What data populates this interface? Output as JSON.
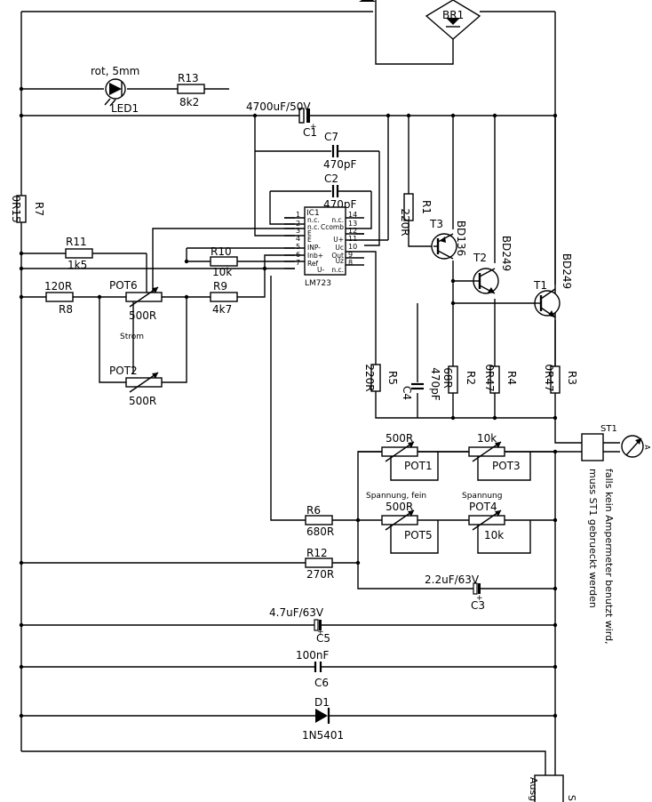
{
  "components": {
    "BR1": {
      "ref": "BR1"
    },
    "LED1": {
      "ref": "LED1",
      "value": "rot, 5mm"
    },
    "R13": {
      "ref": "R13",
      "value": "8k2"
    },
    "C1": {
      "ref": "C1",
      "value": "4700uF/50V"
    },
    "C7": {
      "ref": "C7",
      "value": "470pF"
    },
    "C2": {
      "ref": "C2",
      "value": "470pF"
    },
    "R7": {
      "ref": "R7",
      "value": "0R15"
    },
    "R1": {
      "ref": "R1",
      "value": "220R"
    },
    "T3": {
      "ref": "T3",
      "value": "BD136"
    },
    "T2": {
      "ref": "T2",
      "value": "BD249"
    },
    "T1": {
      "ref": "T1",
      "value": "BD249"
    },
    "IC1": {
      "ref": "IC1",
      "value": "LM723",
      "pins_left": [
        "1",
        "2",
        "3",
        "4",
        "5",
        "6",
        "7"
      ],
      "pins_right": [
        "14",
        "13",
        "12",
        "11",
        "10",
        "9",
        "8"
      ],
      "labels_left": [
        "n.c.",
        "n.c.",
        "E",
        "E",
        "INP-",
        "Inb+",
        "Ref"
      ],
      "labels_right": [
        "n.c.",
        "Ccomb",
        "",
        "U+",
        "Uc",
        "Out",
        "n.c."
      ],
      "labels_right_extra": [
        "",
        "",
        "",
        "",
        "",
        "Uz",
        "U-"
      ]
    },
    "R11": {
      "ref": "R11",
      "value": "1k5"
    },
    "R10": {
      "ref": "R10",
      "value": "10k"
    },
    "R8": {
      "ref": "R8",
      "value": "120R"
    },
    "POT6": {
      "ref": "POT6",
      "value": "500R",
      "note": "Strom"
    },
    "R9": {
      "ref": "R9",
      "value": "4k7"
    },
    "POT2": {
      "ref": "POT2",
      "value": "500R"
    },
    "R5": {
      "ref": "R5",
      "value": "220R"
    },
    "C4": {
      "ref": "C4",
      "value": "470pF"
    },
    "R2": {
      "ref": "R2",
      "value": "68R"
    },
    "R4": {
      "ref": "R4",
      "value": "0R47"
    },
    "R3": {
      "ref": "R3",
      "value": "0R47"
    },
    "ST1": {
      "ref": "ST1"
    },
    "meter": {
      "symbol": "A"
    },
    "POT1": {
      "ref": "POT1",
      "value": "500R"
    },
    "POT3": {
      "ref": "POT3",
      "value": "10k"
    },
    "POT5": {
      "ref": "POT5",
      "value": "500R",
      "note": "Spannung, fein"
    },
    "POT4": {
      "ref": "POT4",
      "value": "10k",
      "note": "Spannung"
    },
    "R6": {
      "ref": "R6",
      "value": "680R"
    },
    "R12": {
      "ref": "R12",
      "value": "270R"
    },
    "C3": {
      "ref": "C3",
      "value": "2.2uF/63V"
    },
    "C5": {
      "ref": "C5",
      "value": "4.7uF/63V"
    },
    "C6": {
      "ref": "C6",
      "value": "100nF"
    },
    "D1": {
      "ref": "D1",
      "value": "1N5401"
    },
    "output": {
      "label": "Ausg",
      "label2": "S"
    }
  },
  "plus_sign": "+",
  "note": {
    "line1": "falls kein Ampermeter benutzt wird,",
    "line2": "muss ST1 gebrueckt werden"
  }
}
